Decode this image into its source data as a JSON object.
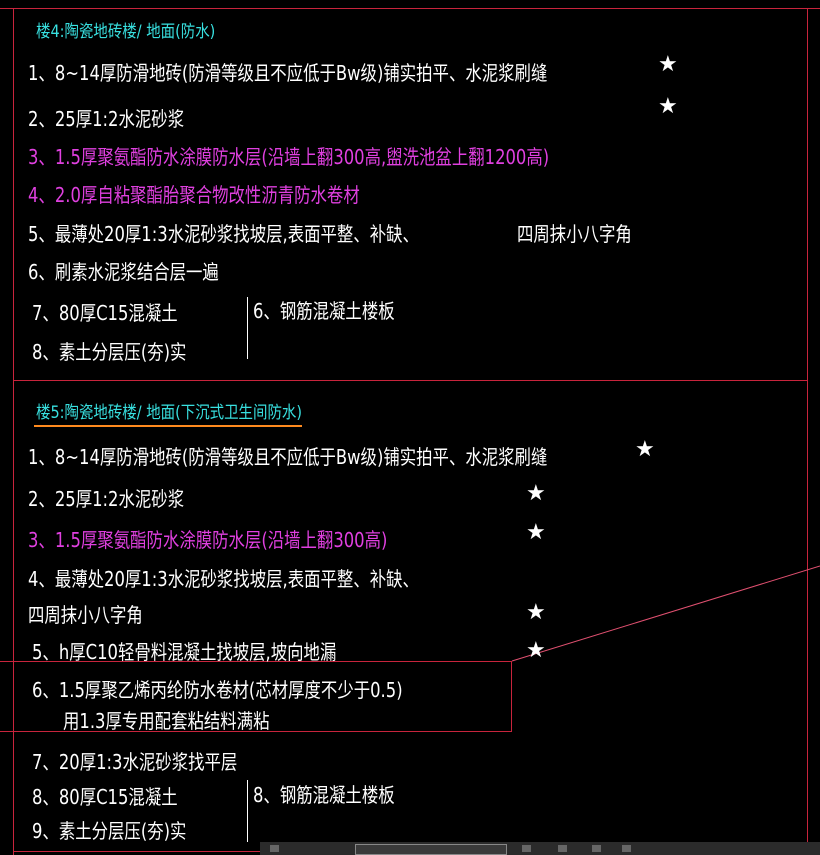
{
  "section4": {
    "title": "楼4:陶瓷地砖楼/ 地面(防水)",
    "lines": [
      "1、8~14厚防滑地砖(防滑等级且不应低于Bw级)铺实拍平、水泥浆刷缝",
      "2、25厚1:2水泥砂浆",
      "3、1.5厚聚氨酯防水涂膜防水层(沿墙上翻300高,盥洗池盆上翻1200高)",
      "4、2.0厚自粘聚酯胎聚合物改性沥青防水卷材",
      "5、最薄处20厚1:3水泥砂浆找坡层,表面平整、补缺、",
      "四周抹小八字角",
      "6、刷素水泥浆结合层一遍",
      "7、80厚C15混凝土",
      "8、素土分层压(夯)实",
      "6、钢筋混凝土楼板"
    ]
  },
  "section5": {
    "title": "楼5:陶瓷地砖楼/ 地面(下沉式卫生间防水)",
    "lines": [
      "1、8~14厚防滑地砖(防滑等级且不应低于Bw级)铺实拍平、水泥浆刷缝",
      "2、25厚1:2水泥砂浆",
      "3、1.5厚聚氨酯防水涂膜防水层(沿墙上翻300高)",
      "4、最薄处20厚1:3水泥砂浆找坡层,表面平整、补缺、",
      "四周抹小八字角",
      "5、h厚C10轻骨料混凝土找坡层,坡向地漏",
      "6、1.5厚聚乙烯丙纶防水卷材(芯材厚度不少于0.5)",
      "用1.3厚专用配套粘结料满粘",
      "7、20厚1:3水泥砂浆找平层",
      "8、80厚C15混凝土",
      "9、素土分层压(夯)实",
      "8、钢筋混凝土楼板"
    ]
  },
  "marker": "★",
  "colors": {
    "background": "#000000",
    "text": "#ffffff",
    "waterproof": "#e040e0",
    "title": "#38e0e0",
    "border": "#c8243c",
    "underline": "#ff8a1e"
  }
}
